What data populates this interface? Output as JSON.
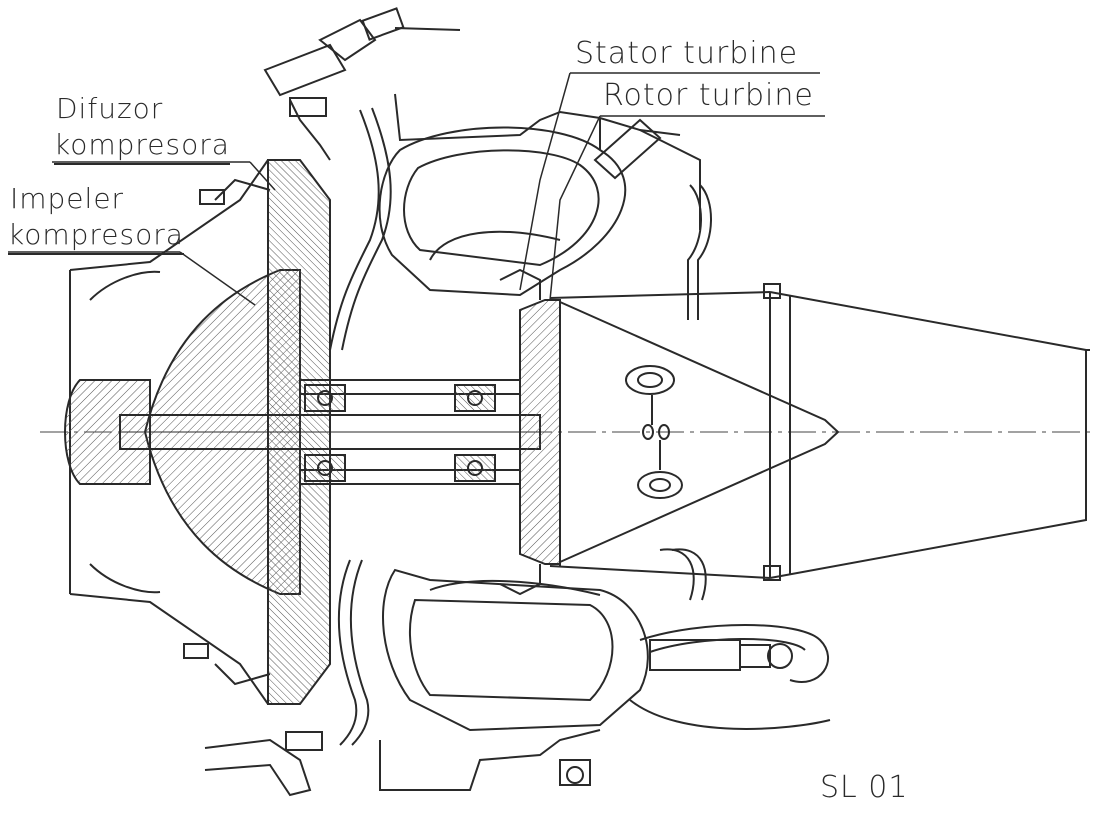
{
  "labels": {
    "stator_turbine": "Stator turbine",
    "rotor_turbine": "Rotor turbine",
    "difuzor_line1": "Difuzor",
    "difuzor_line2": "kompresora",
    "impeler_line1": "Impeler",
    "impeler_line2": "kompresora",
    "sheet_code": "SL 01"
  },
  "colors": {
    "ink": "#2a2a2a",
    "paper": "#ffffff",
    "hatch": "#555555"
  }
}
